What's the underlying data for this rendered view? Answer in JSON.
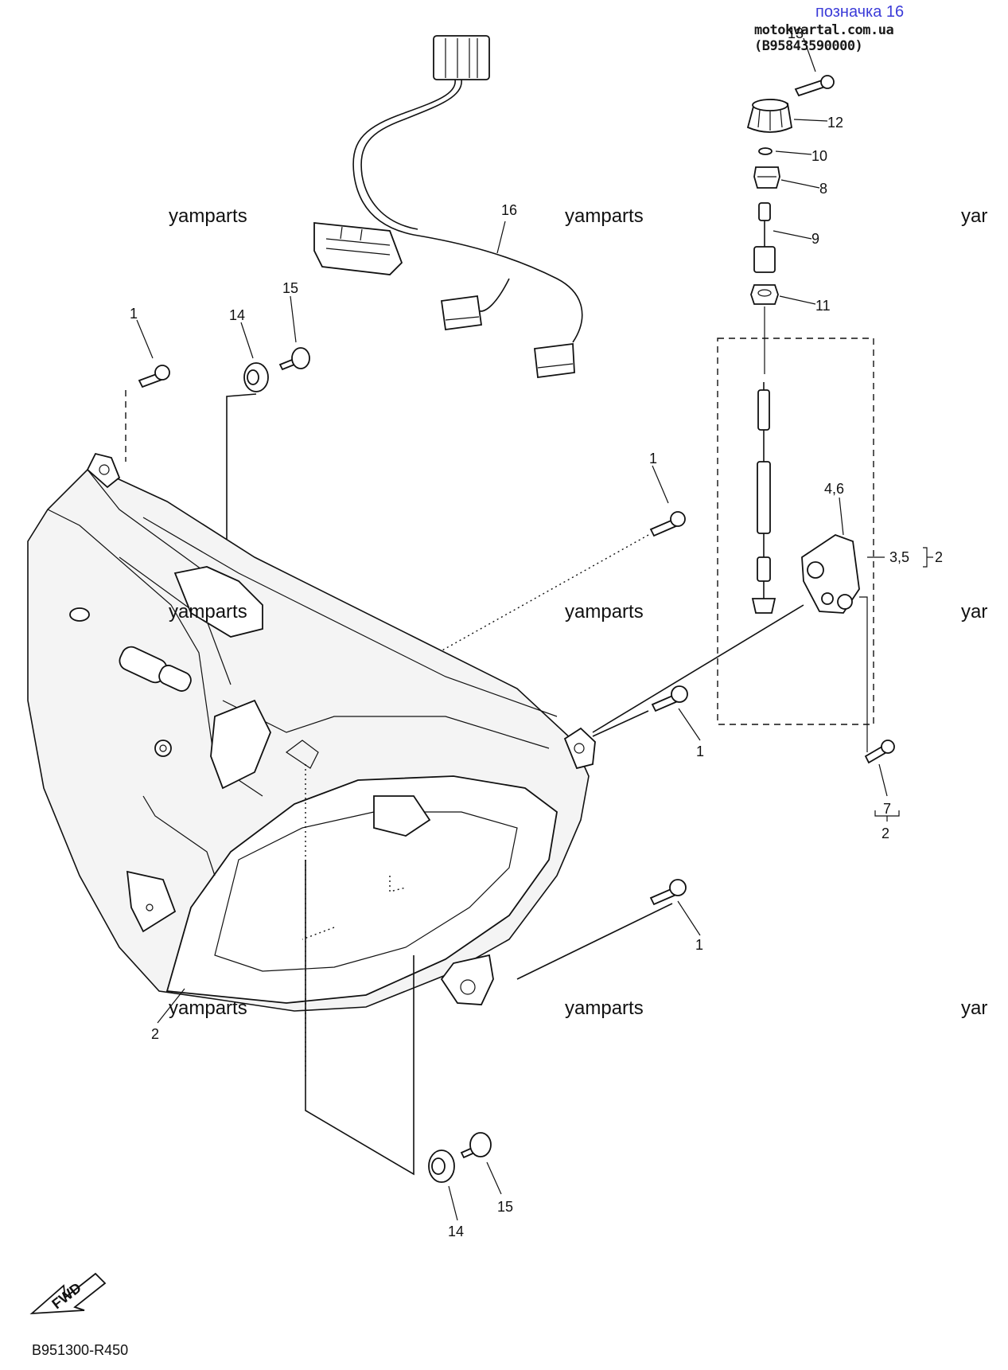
{
  "header": {
    "title": "позначка 16",
    "site": "motokvartal.com.ua (B95843590000)"
  },
  "watermarks": {
    "text": "yamparts",
    "cut_text": "yar"
  },
  "callouts": {
    "c13": "13",
    "c12": "12",
    "c10": "10",
    "c8": "8",
    "c9": "9",
    "c11": "11",
    "c16": "16",
    "c15_top": "15",
    "c14_top": "14",
    "c1_top_left": "1",
    "c1_mid": "1",
    "c46": "4,6",
    "c35": "3,5",
    "c2_bracket": "2",
    "c1_right": "1",
    "c7": "7",
    "c2_under7": "2",
    "c1_lower": "1",
    "c2_headlight": "2",
    "c15_bottom": "15",
    "c14_bottom": "14"
  },
  "fwd_label": "FWD",
  "diagram_code": "B951300-R450",
  "colors": {
    "header_title": "#3b3bd8",
    "line": "#111111"
  },
  "icons": [
    "fwd-arrow-icon"
  ]
}
